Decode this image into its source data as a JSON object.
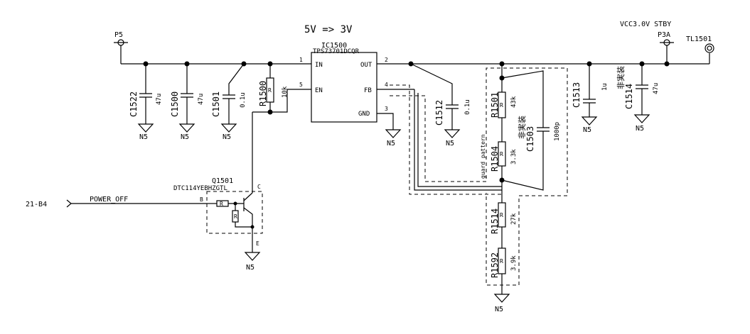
{
  "title": "5V => 3V",
  "ic": {
    "ref": "IC1500",
    "part": "TPS73701DCQR",
    "pins": {
      "in": "IN",
      "en": "EN",
      "out": "OUT",
      "fb": "FB",
      "gnd": "GND"
    },
    "pin_numbers": {
      "in": "1",
      "en": "5",
      "out": "2",
      "fb": "4",
      "gnd": "3"
    }
  },
  "ports": {
    "p5": "P5",
    "p3a": "P3A",
    "tl": "TL1501",
    "vcc_label": "VCC3.0V STBY"
  },
  "components": {
    "c1522": {
      "ref": "C1522",
      "value": "47u"
    },
    "c1500": {
      "ref": "C1500",
      "value": "47u"
    },
    "c1501": {
      "ref": "C1501",
      "value": "0.1u"
    },
    "r1500": {
      "ref": "R1500",
      "value": "10k",
      "sym": "R"
    },
    "c1512": {
      "ref": "C1512",
      "value": "0.1u"
    },
    "r1501": {
      "ref": "R1501",
      "value": "43k",
      "sym": "R"
    },
    "r1504": {
      "ref": "R1504",
      "value": "3.3k",
      "sym": "R"
    },
    "c1503": {
      "ref": "C1503",
      "value": "1000p",
      "note": "非実装"
    },
    "r1514": {
      "ref": "R1514",
      "value": "27k",
      "sym": "R"
    },
    "r1592": {
      "ref": "R1592",
      "value": "3.9k",
      "sym": "R"
    },
    "c1513": {
      "ref": "C1513",
      "value": "1u"
    },
    "c1514": {
      "ref": "C1514",
      "value": "47u",
      "note": "非実装"
    }
  },
  "transistor": {
    "ref": "Q1501",
    "part": "DTC114YEBHZGTL",
    "pin_b": "B",
    "pin_c": "C",
    "pin_e": "E",
    "r_sym": "R"
  },
  "input": {
    "sheet_ref": "21-B4",
    "net": "POWER_OFF"
  },
  "guard_label": "guard pattern",
  "ground_label": "N5"
}
